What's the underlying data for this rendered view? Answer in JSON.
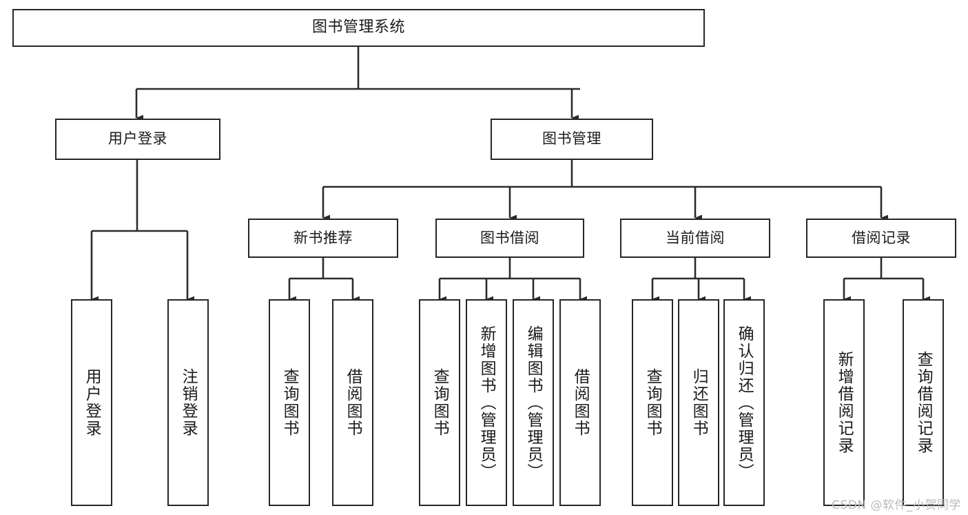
{
  "diagram": {
    "title": "图书管理系统",
    "type": "function-structure-tree",
    "background_color": "#ffffff",
    "node_border_color": "#262626",
    "edge_color": "#2b2b2b",
    "text_color": "#1b1b1b",
    "watermark": "CSDN @软件_小贺同学",
    "watermark_color": "#b9b9b9",
    "levels": 4
  },
  "nodes": {
    "root": {
      "label": "图书管理系统",
      "level": 1
    },
    "level2": [
      {
        "id": "user-login",
        "label": "用户登录",
        "level": 2
      },
      {
        "id": "book-manage",
        "label": "图书管理",
        "level": 2
      }
    ],
    "level3": [
      {
        "id": "new-book-recommend",
        "label": "新书推荐",
        "level": 3,
        "parent": "book-manage"
      },
      {
        "id": "book-borrow",
        "label": "图书借阅",
        "level": 3,
        "parent": "book-manage"
      },
      {
        "id": "current-borrow",
        "label": "当前借阅",
        "level": 3,
        "parent": "book-manage"
      },
      {
        "id": "borrow-record",
        "label": "借阅记录",
        "level": 3,
        "parent": "book-manage"
      }
    ],
    "leaves": [
      {
        "id": "leaf-user-login",
        "label": "用户登录",
        "parent": "user-login"
      },
      {
        "id": "leaf-user-logout",
        "label": "注销登录",
        "parent": "user-login"
      },
      {
        "id": "leaf-rec-query-book",
        "label": "查询图书",
        "parent": "new-book-recommend"
      },
      {
        "id": "leaf-rec-borrow-book",
        "label": "借阅图书",
        "parent": "new-book-recommend"
      },
      {
        "id": "leaf-borrow-query-book",
        "label": "查询图书",
        "parent": "book-borrow"
      },
      {
        "id": "leaf-borrow-add-book",
        "label": "新增图书（管理员）",
        "parent": "book-borrow"
      },
      {
        "id": "leaf-borrow-edit-book",
        "label": "编辑图书（管理员）",
        "parent": "book-borrow"
      },
      {
        "id": "leaf-borrow-borrow-book",
        "label": "借阅图书",
        "parent": "book-borrow"
      },
      {
        "id": "leaf-current-query-book",
        "label": "查询图书",
        "parent": "current-borrow"
      },
      {
        "id": "leaf-current-return-book",
        "label": "归还图书",
        "parent": "current-borrow"
      },
      {
        "id": "leaf-current-confirm-return",
        "label": "确认归还（管理员）",
        "parent": "current-borrow"
      },
      {
        "id": "leaf-record-add",
        "label": "新增借阅记录",
        "parent": "borrow-record"
      },
      {
        "id": "leaf-record-query",
        "label": "查询借阅记录",
        "parent": "borrow-record"
      }
    ]
  }
}
